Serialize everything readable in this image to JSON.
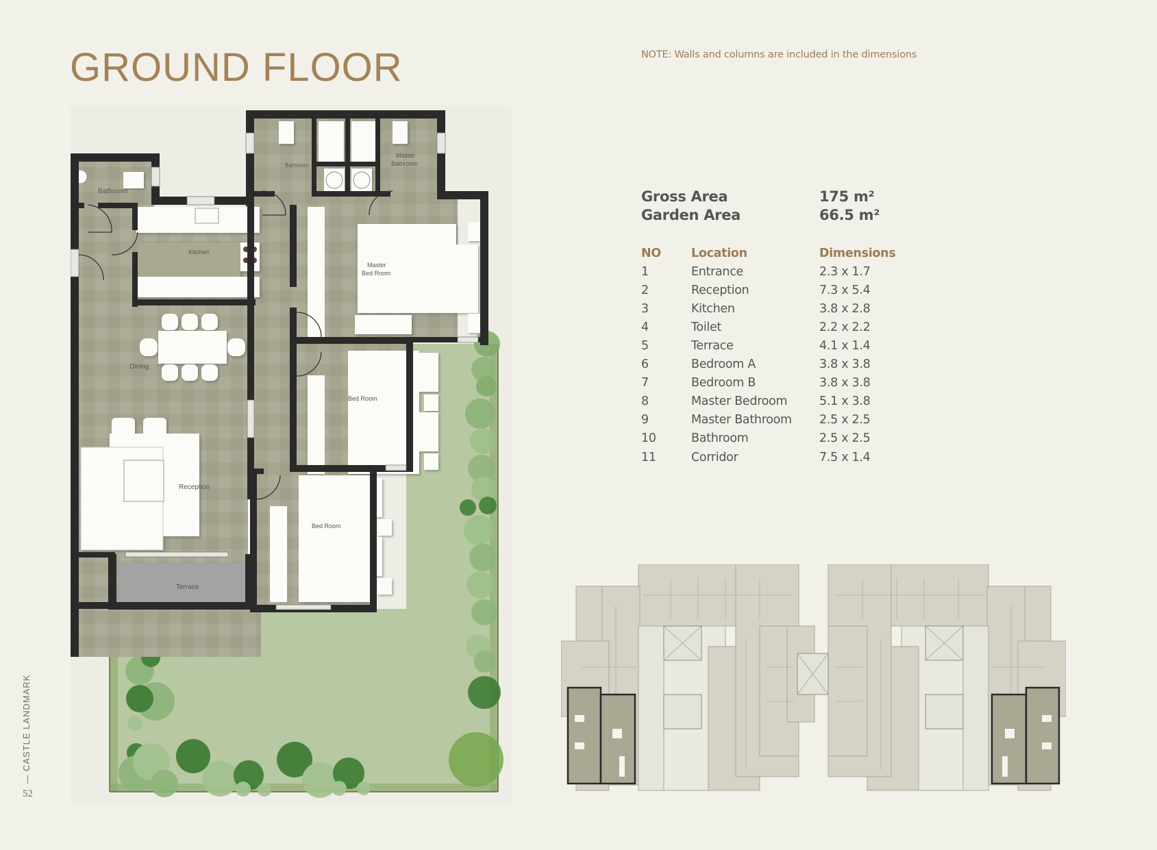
{
  "header": {
    "title": "GROUND FLOOR",
    "note": "NOTE: Walls and columns are included in the dimensions"
  },
  "areas": {
    "gross": {
      "label": "Gross Area",
      "value": "175 m²"
    },
    "garden": {
      "label": "Garden Area",
      "value": "66.5 m²"
    }
  },
  "table": {
    "headers": {
      "no": "NO",
      "location": "Location",
      "dimensions": "Dimensions"
    },
    "rows": [
      {
        "no": "1",
        "location": "Entrance",
        "dimensions": "2.3 x 1.7"
      },
      {
        "no": "2",
        "location": "Reception",
        "dimensions": "7.3 x 5.4"
      },
      {
        "no": "3",
        "location": "Kitchen",
        "dimensions": "3.8 x 2.8"
      },
      {
        "no": "4",
        "location": "Toilet",
        "dimensions": "2.2 x 2.2"
      },
      {
        "no": "5",
        "location": "Terrace",
        "dimensions": "4.1 x 1.4"
      },
      {
        "no": "6",
        "location": "Bedroom A",
        "dimensions": "3.8 x 3.8"
      },
      {
        "no": "7",
        "location": "Bedroom B",
        "dimensions": "3.8 x 3.8"
      },
      {
        "no": "8",
        "location": "Master Bedroom",
        "dimensions": "5.1 x 3.8"
      },
      {
        "no": "9",
        "location": "Master Bathroom",
        "dimensions": "2.5 x 2.5"
      },
      {
        "no": "10",
        "location": "Bathroom",
        "dimensions": "2.5 x 2.5"
      },
      {
        "no": "11",
        "location": "Corridor",
        "dimensions": "7.5 x 1.4"
      }
    ]
  },
  "floor_plan": {
    "room_labels": {
      "bathroom_left": "Bathroom",
      "bathroom_top": "Bathroom",
      "master_bathroom_1": "Master",
      "master_bathroom_2": "Bathroom",
      "kitchen": "Kitchen",
      "master_bedroom_1": "Master",
      "master_bedroom_2": "Bed Room",
      "dining": "Dining",
      "bedroom_a": "Bed Room",
      "reception": "Reception",
      "bedroom_b": "Bed Room",
      "terrace": "Terrace"
    }
  },
  "sidebar": {
    "brand": "CASTLE LANDMARK",
    "page_number": "52"
  },
  "colors": {
    "background": "#f2f1e9",
    "accent_gold": "#a38357",
    "text_gray": "#555555",
    "wall": "#2b2b2b",
    "floor": "#a9a893",
    "garden": "#b5c7a0",
    "tree_dark": "#3d7a35",
    "tree_light": "#7fa96a"
  }
}
